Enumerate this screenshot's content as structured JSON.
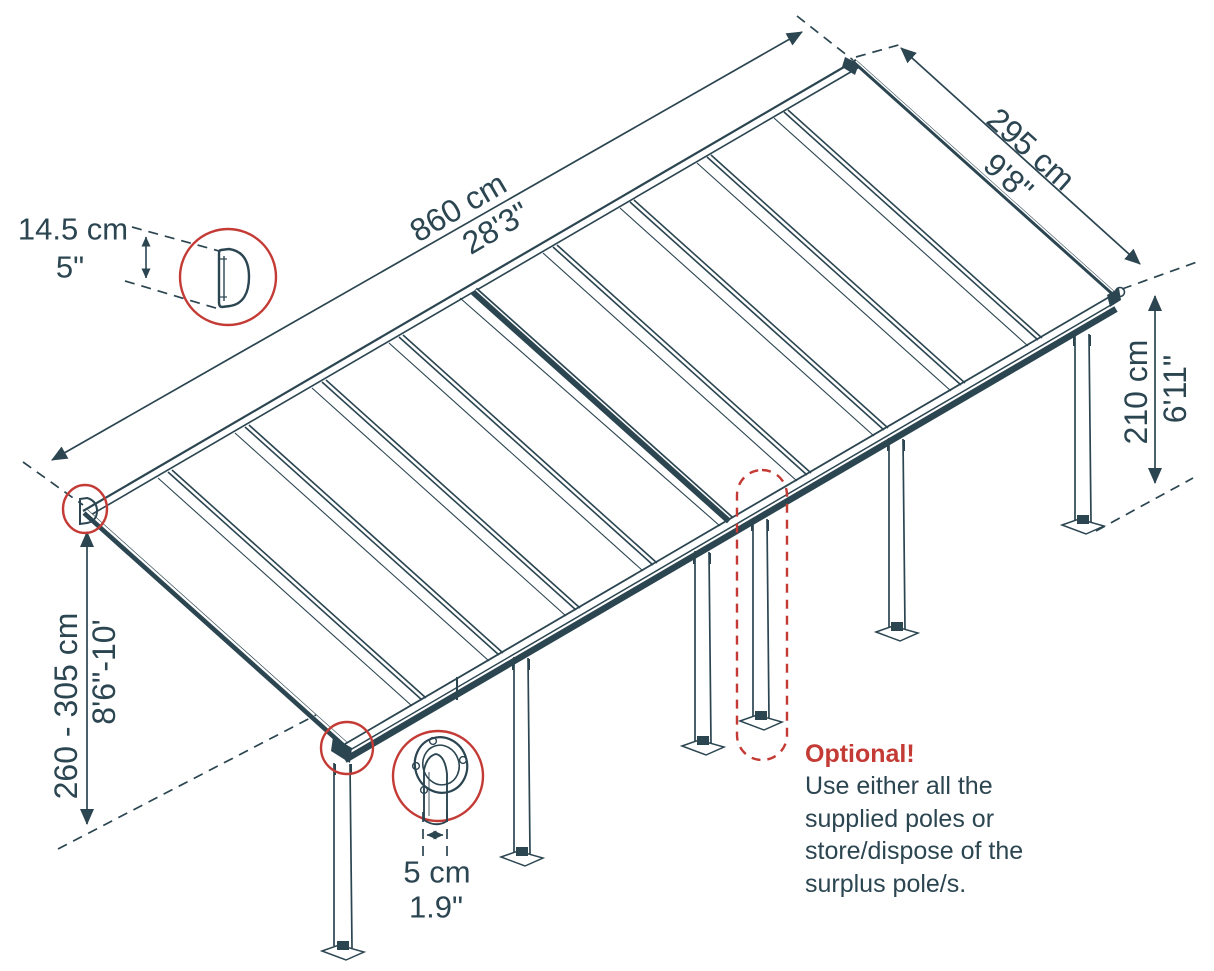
{
  "colors": {
    "ink": "#2b4551",
    "red": "#c43b36",
    "background": "#ffffff"
  },
  "dimensions": {
    "length": {
      "metric": "860 cm",
      "imperial": "28'3\""
    },
    "width": {
      "metric": "295 cm",
      "imperial": "9'8\""
    },
    "height_clearance": {
      "metric": "210 cm",
      "imperial": "6'11\""
    },
    "wall_mount_height": {
      "metric": "260 - 305 cm",
      "imperial": "8'6\"-10'"
    },
    "profile_height": {
      "metric": "14.5 cm",
      "imperial": "5\""
    },
    "pole_diameter": {
      "metric": "5 cm",
      "imperial": "1.9\""
    }
  },
  "note": {
    "title": "Optional!",
    "lines": [
      "Use either all the",
      "supplied poles or",
      "store/dispose of the",
      "surplus pole/s."
    ]
  }
}
